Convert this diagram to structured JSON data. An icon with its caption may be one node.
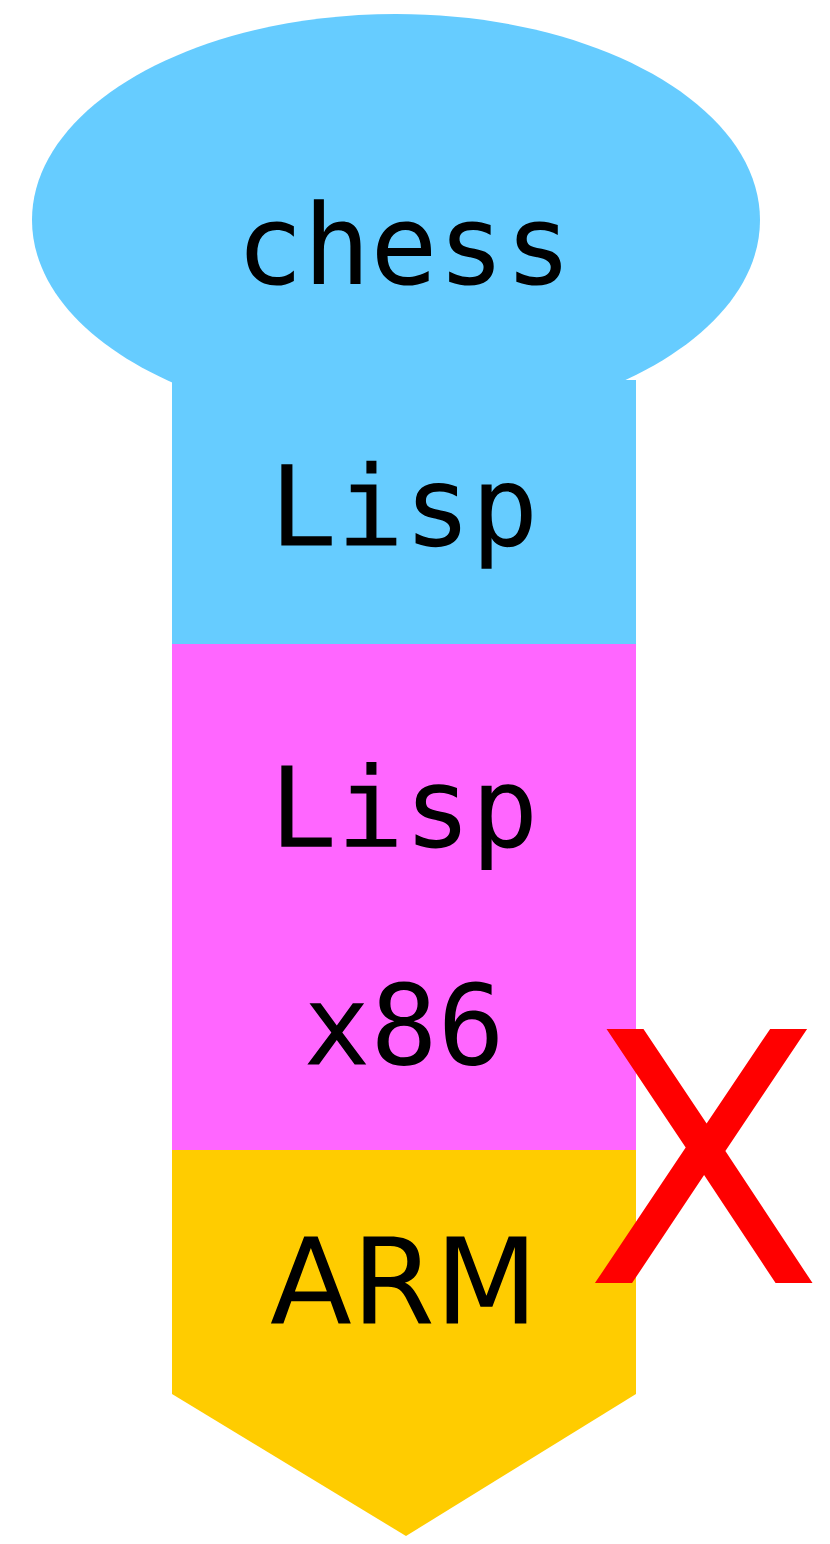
{
  "diagram": {
    "nodes": [
      {
        "text": [
          "chess",
          "Lisp"
        ]
      },
      {
        "text": [
          "Lisp",
          "x86"
        ]
      },
      {
        "text": [
          "ARM"
        ]
      }
    ],
    "labels": [
      "X"
    ]
  }
}
